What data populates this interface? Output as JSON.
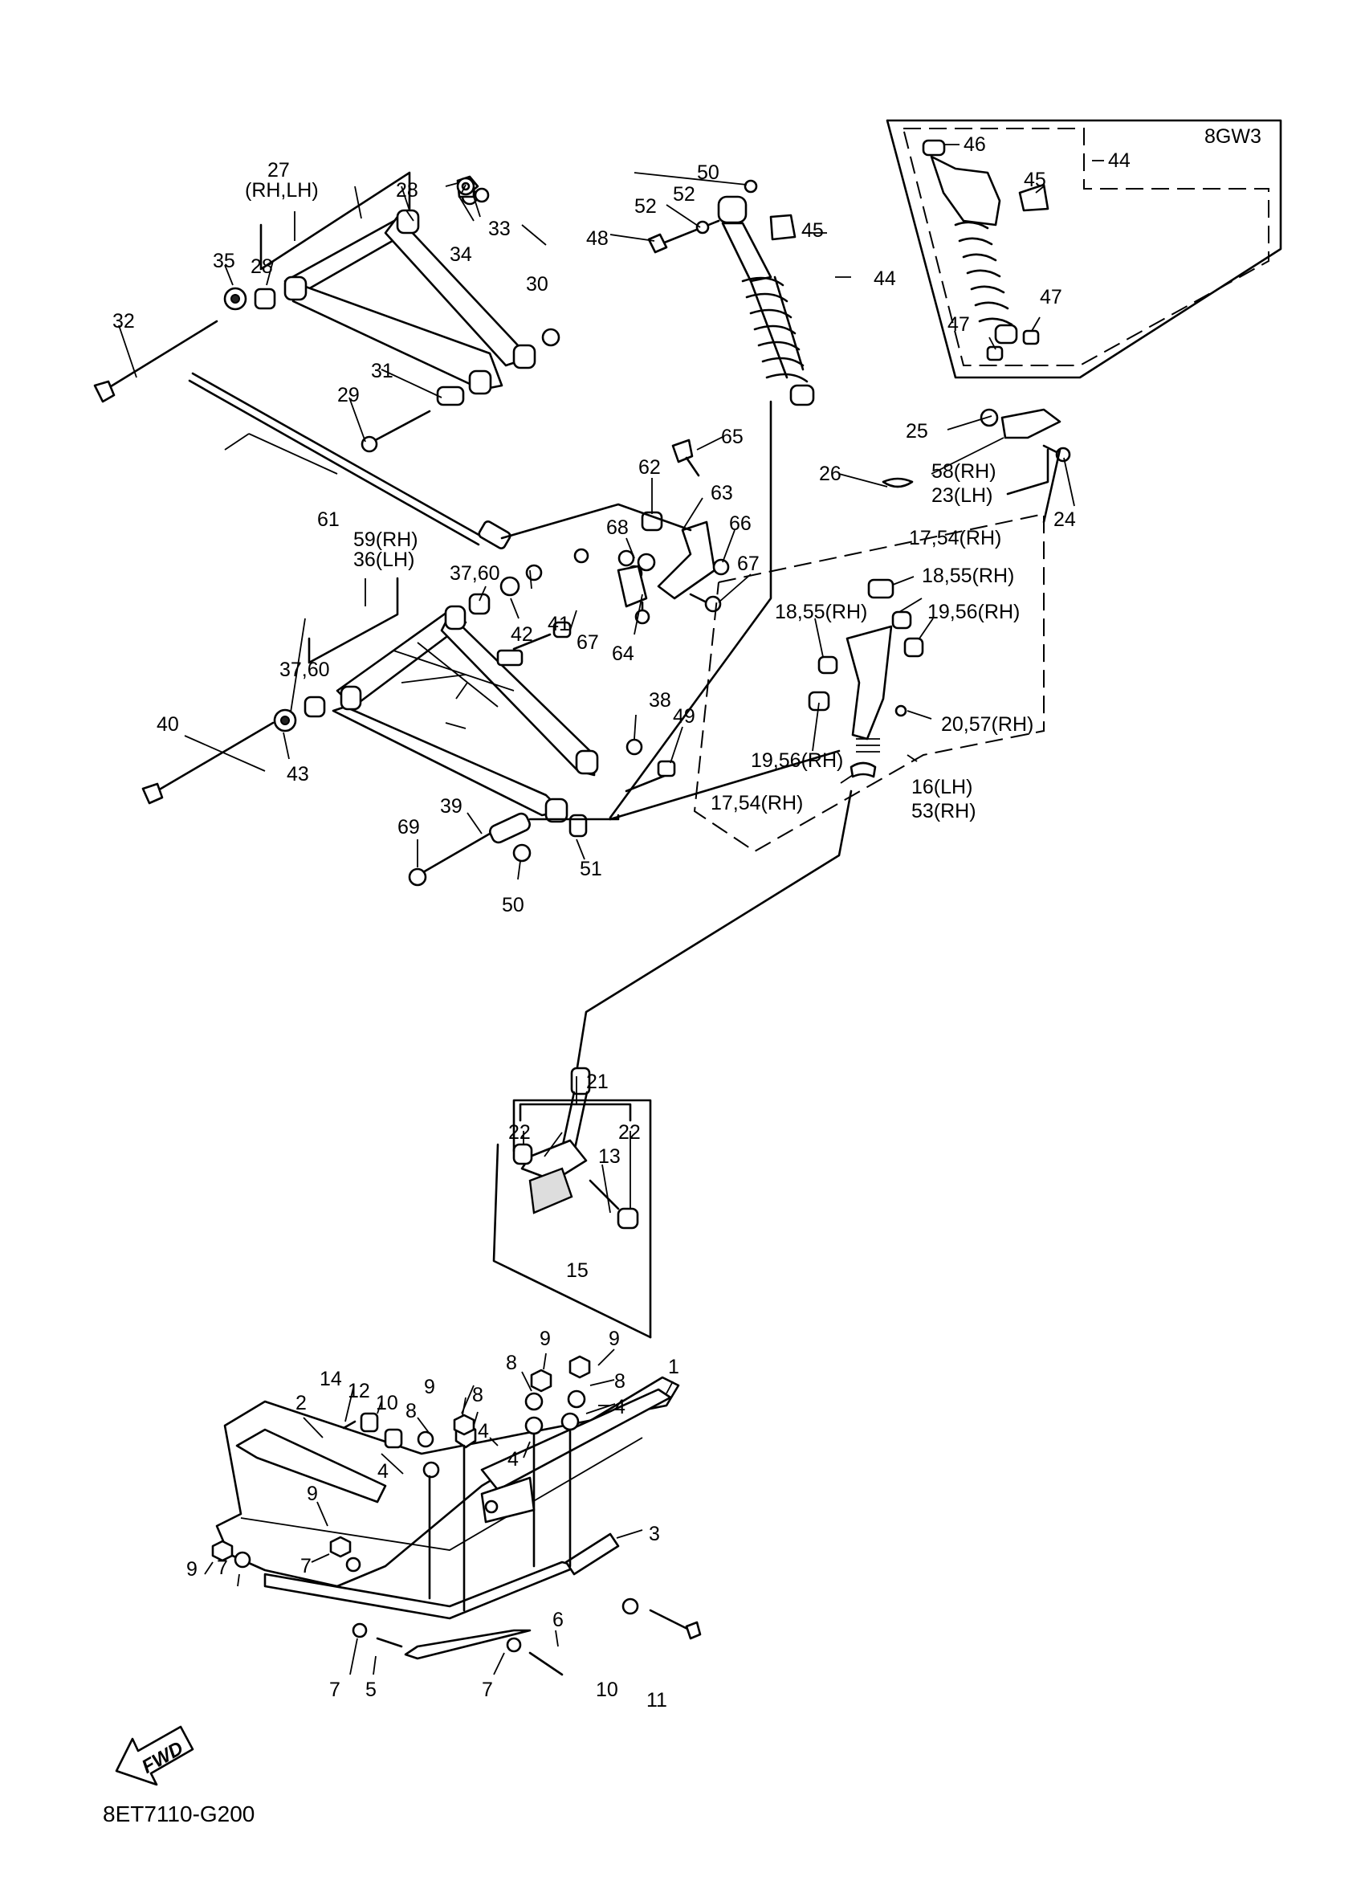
{
  "diagram_code": "8ET7110-G200",
  "variant_code": "8GW3",
  "fwd_label": "FWD",
  "labels": [
    {
      "id": "l1",
      "text": "1"
    },
    {
      "id": "l2",
      "text": "2"
    },
    {
      "id": "l3",
      "text": "3"
    },
    {
      "id": "l4a",
      "text": "4"
    },
    {
      "id": "l4b",
      "text": "4"
    },
    {
      "id": "l4c",
      "text": "4"
    },
    {
      "id": "l4d",
      "text": "4"
    },
    {
      "id": "l5",
      "text": "5"
    },
    {
      "id": "l6",
      "text": "6"
    },
    {
      "id": "l7a",
      "text": "7"
    },
    {
      "id": "l7b",
      "text": "7"
    },
    {
      "id": "l7c",
      "text": "7"
    },
    {
      "id": "l7d",
      "text": "7"
    },
    {
      "id": "l8a",
      "text": "8"
    },
    {
      "id": "l8b",
      "text": "8"
    },
    {
      "id": "l8c",
      "text": "8"
    },
    {
      "id": "l8d",
      "text": "8"
    },
    {
      "id": "l9a",
      "text": "9"
    },
    {
      "id": "l9b",
      "text": "9"
    },
    {
      "id": "l9c",
      "text": "9"
    },
    {
      "id": "l9d",
      "text": "9"
    },
    {
      "id": "l9e",
      "text": "9"
    },
    {
      "id": "l10a",
      "text": "10"
    },
    {
      "id": "l10b",
      "text": "10"
    },
    {
      "id": "l11",
      "text": "11"
    },
    {
      "id": "l12",
      "text": "12"
    },
    {
      "id": "l13",
      "text": "13"
    },
    {
      "id": "l14",
      "text": "14"
    },
    {
      "id": "l15",
      "text": "15"
    },
    {
      "id": "l16",
      "text": "16(LH)"
    },
    {
      "id": "l53",
      "text": "53(RH)"
    },
    {
      "id": "l17a",
      "text": "17,54(RH)"
    },
    {
      "id": "l17b",
      "text": "17,54(RH)"
    },
    {
      "id": "l18a",
      "text": "18,55(RH)"
    },
    {
      "id": "l18b",
      "text": "18,55(RH)"
    },
    {
      "id": "l19a",
      "text": "19,56(RH)"
    },
    {
      "id": "l19b",
      "text": "19,56(RH)"
    },
    {
      "id": "l20",
      "text": "20,57(RH)"
    },
    {
      "id": "l21",
      "text": "21"
    },
    {
      "id": "l22a",
      "text": "22"
    },
    {
      "id": "l22b",
      "text": "22"
    },
    {
      "id": "l23",
      "text": "23(LH)"
    },
    {
      "id": "l58",
      "text": "58(RH)"
    },
    {
      "id": "l24",
      "text": "24"
    },
    {
      "id": "l25",
      "text": "25"
    },
    {
      "id": "l26",
      "text": "26"
    },
    {
      "id": "l27",
      "text": "27"
    },
    {
      "id": "l27s",
      "text": "(RH,LH)"
    },
    {
      "id": "l28a",
      "text": "28"
    },
    {
      "id": "l28b",
      "text": "28"
    },
    {
      "id": "l29",
      "text": "29"
    },
    {
      "id": "l30",
      "text": "30"
    },
    {
      "id": "l31",
      "text": "31"
    },
    {
      "id": "l32",
      "text": "32"
    },
    {
      "id": "l33",
      "text": "33"
    },
    {
      "id": "l34",
      "text": "34"
    },
    {
      "id": "l35",
      "text": "35"
    },
    {
      "id": "l36",
      "text": "36(LH)"
    },
    {
      "id": "l59",
      "text": "59(RH)"
    },
    {
      "id": "l37a",
      "text": "37,60"
    },
    {
      "id": "l37b",
      "text": "37,60"
    },
    {
      "id": "l38",
      "text": "38"
    },
    {
      "id": "l39",
      "text": "39"
    },
    {
      "id": "l40",
      "text": "40"
    },
    {
      "id": "l41",
      "text": "41"
    },
    {
      "id": "l42",
      "text": "42"
    },
    {
      "id": "l43",
      "text": "43"
    },
    {
      "id": "l44a",
      "text": "44"
    },
    {
      "id": "l44b",
      "text": "44"
    },
    {
      "id": "l45a",
      "text": "45"
    },
    {
      "id": "l45b",
      "text": "45"
    },
    {
      "id": "l46",
      "text": "46"
    },
    {
      "id": "l47a",
      "text": "47"
    },
    {
      "id": "l47b",
      "text": "47"
    },
    {
      "id": "l48",
      "text": "48"
    },
    {
      "id": "l49",
      "text": "49"
    },
    {
      "id": "l50a",
      "text": "50"
    },
    {
      "id": "l50b",
      "text": "50"
    },
    {
      "id": "l51",
      "text": "51"
    },
    {
      "id": "l52a",
      "text": "52"
    },
    {
      "id": "l52b",
      "text": "52"
    },
    {
      "id": "l61",
      "text": "61"
    },
    {
      "id": "l62",
      "text": "62"
    },
    {
      "id": "l63",
      "text": "63"
    },
    {
      "id": "l64",
      "text": "64"
    },
    {
      "id": "l65",
      "text": "65"
    },
    {
      "id": "l66",
      "text": "66"
    },
    {
      "id": "l67a",
      "text": "67"
    },
    {
      "id": "l67b",
      "text": "67"
    },
    {
      "id": "l68",
      "text": "68"
    },
    {
      "id": "l69",
      "text": "69"
    }
  ]
}
